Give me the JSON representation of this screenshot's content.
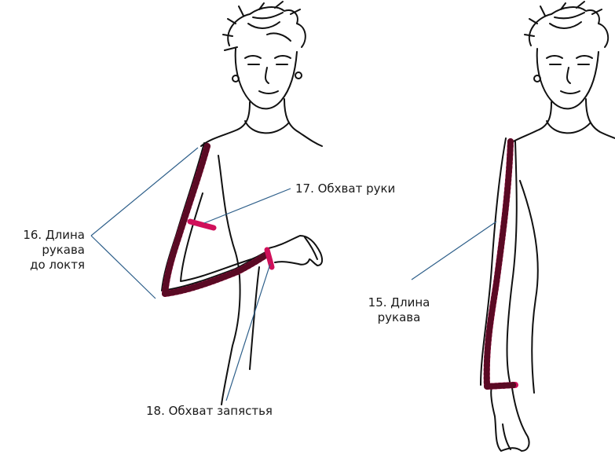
{
  "labels": {
    "sleeve_elbow": [
      "16. Длина",
      "рукава",
      "до локтя"
    ],
    "arm_girth": "17. Обхват руки",
    "wrist_girth": "18. Обхват запястья",
    "sleeve_length": [
      "15. Длина",
      "рукава"
    ]
  },
  "colors": {
    "tape": "#d0105a",
    "tape_ticks": "#5a0a24",
    "leader": "#2e5f8a",
    "outline": "#111111"
  },
  "figures": [
    {
      "pose": "arm-bent",
      "icons": [
        "woman-head-icon",
        "bent-arm-icon",
        "tape-measure-icon"
      ]
    },
    {
      "pose": "arm-down",
      "icons": [
        "woman-head-icon",
        "straight-arm-icon",
        "tape-measure-icon"
      ]
    }
  ]
}
